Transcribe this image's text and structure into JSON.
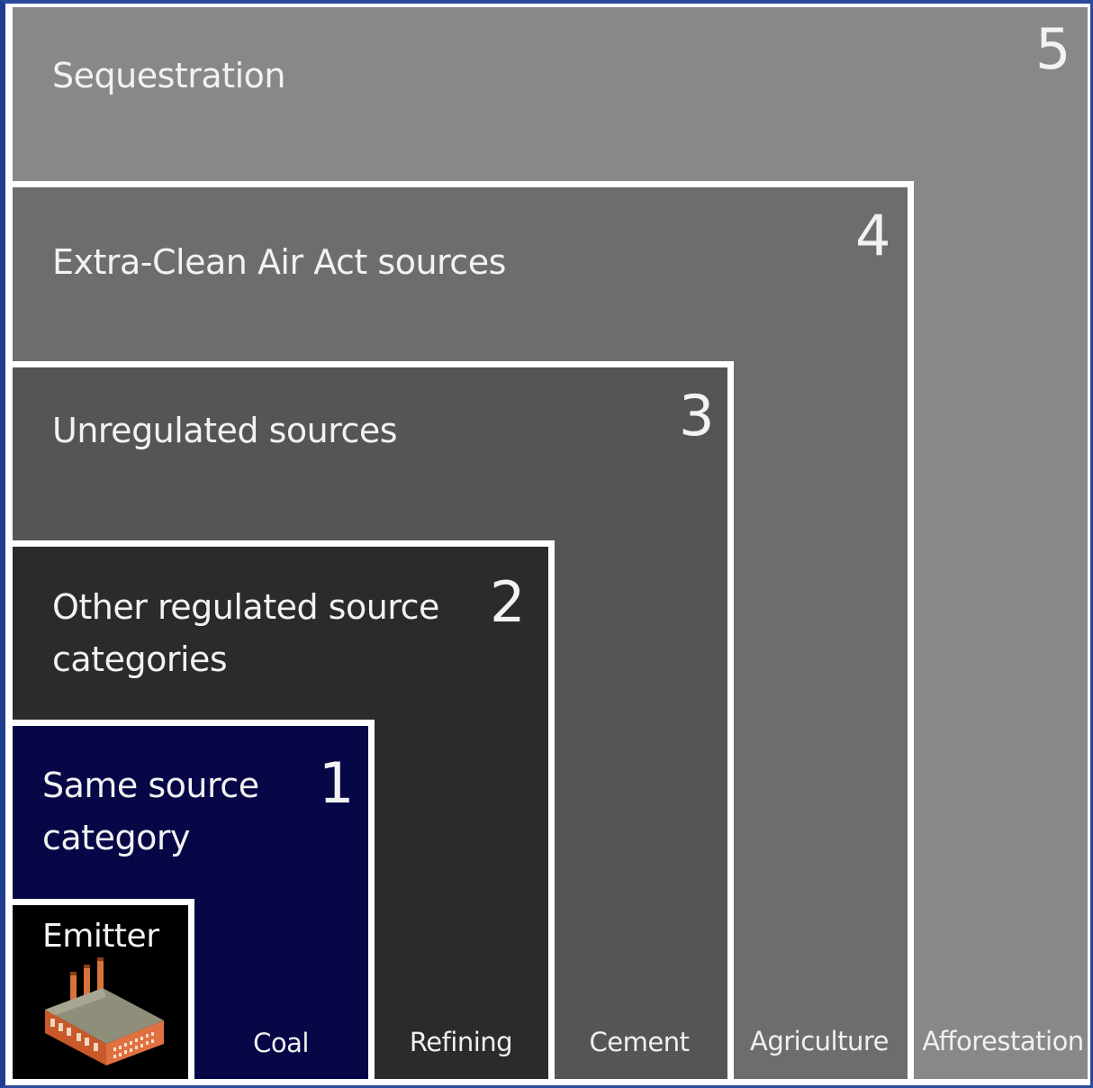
{
  "levels": [
    {
      "number": "5",
      "title": "Sequestration",
      "category": "Afforestation"
    },
    {
      "number": "4",
      "title": "Extra-Clean Air Act sources",
      "category": "Agriculture"
    },
    {
      "number": "3",
      "title": "Unregulated sources",
      "category": "Cement"
    },
    {
      "number": "2",
      "title_lines": [
        "Other regulated source",
        "categories"
      ],
      "category": "Refining"
    },
    {
      "number": "1",
      "title_lines": [
        "Same source",
        "category"
      ],
      "category": "Coal"
    }
  ],
  "emitter": {
    "label": "Emitter",
    "icon": "factory-icon"
  },
  "colors": {
    "level5": "#888888",
    "level4": "#6d6d6d",
    "level3": "#555555",
    "level2": "#2b2b2b",
    "level1": "#070747",
    "emitter": "#000000",
    "border": "#ffffff",
    "frame": "#2a4a9c"
  }
}
